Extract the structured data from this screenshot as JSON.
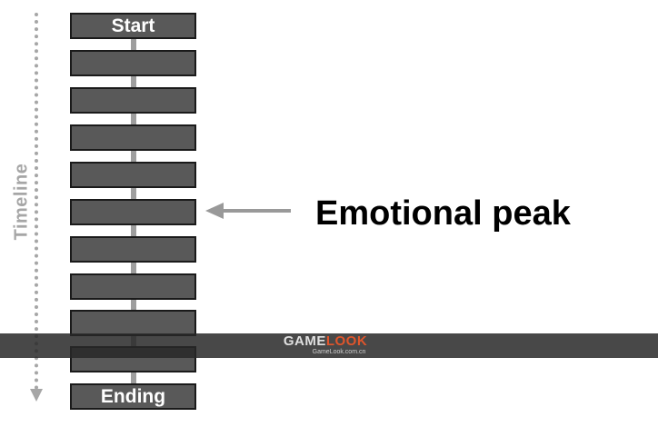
{
  "diagram": {
    "timeline_label": "Timeline",
    "blocks": [
      "Start",
      "",
      "",
      "",
      "",
      "",
      "",
      "",
      "",
      "",
      "Ending"
    ],
    "peak_label": "Emotional peak",
    "peak_block_index": 5
  },
  "watermark": {
    "logo_text": "GAMELOOK",
    "domain": "GameLook.com.cn"
  },
  "colors": {
    "block_fill": "#595959",
    "block_border": "#1a1a1a",
    "timeline": "#a6a6a6",
    "arrow": "#999999",
    "watermark_accent": "#e0552b"
  }
}
